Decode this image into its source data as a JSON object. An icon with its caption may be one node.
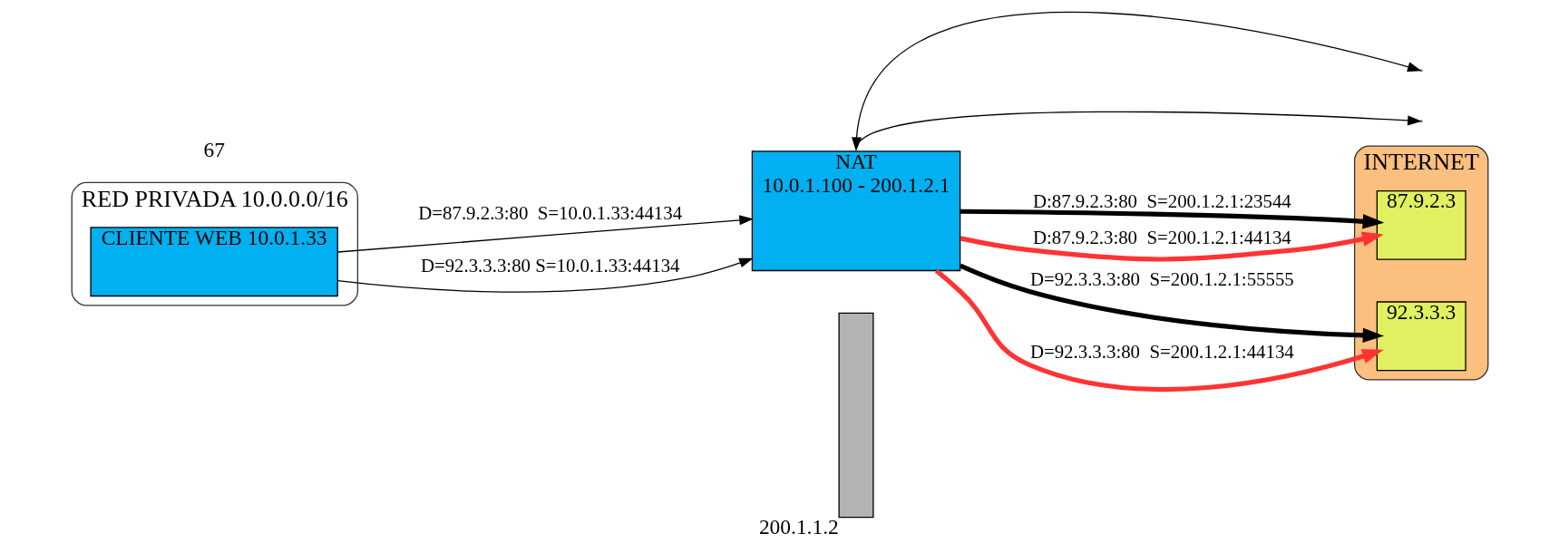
{
  "diagram": {
    "nodes": [
      {
        "text": [
          "RED PRIVADA 10.0.0.0/16"
        ]
      },
      {
        "text": [
          "CLIENTE WEB 10.0.1.33"
        ],
        "in": 0
      },
      {
        "text": [
          "NAT",
          "10.0.1.100 - 200.1.2.1"
        ]
      },
      {
        "text": [
          "INTERNET"
        ]
      },
      {
        "text": [],
        "shape": "bar",
        "beside": [
          "200.1.1.2"
        ]
      },
      {
        "text": [
          "87.9.2.3"
        ],
        "in": 3
      },
      {
        "text": [
          "92.3.3.3"
        ],
        "in": 3
      }
    ],
    "edges": [
      {
        "from": 1,
        "to": 2,
        "arrow": "to",
        "label": "D=87.9.2.3:80  S=10.0.1.33:44134"
      },
      {
        "from": 1,
        "to": 2,
        "arrow": "to",
        "label": "D=92.3.3.3:80 S=10.0.1.33:44134"
      },
      {
        "from": 2,
        "to": 5,
        "arrow": "to",
        "label": "D:87.9.2.3:80  S=200.1.2.1:23544",
        "style": "thick"
      },
      {
        "from": 2,
        "to": 5,
        "arrow": "to",
        "label": "D:87.9.2.3:80  S=200.1.2.1:44134",
        "style": "thick",
        "color": "#ff3333"
      },
      {
        "from": 2,
        "to": 6,
        "arrow": "to",
        "label": "D=92.3.3.3:80  S=200.1.2.1:55555",
        "style": "thick"
      },
      {
        "from": 2,
        "to": 6,
        "arrow": "to",
        "label": "D=92.3.3.3:80  S=200.1.2.1:44134",
        "style": "thick",
        "color": "#ff3333"
      },
      {
        "from": null,
        "to": 2,
        "arrow": "both"
      },
      {
        "from": 2,
        "to": null,
        "arrow": "to"
      }
    ],
    "labels": [
      "67"
    ]
  }
}
